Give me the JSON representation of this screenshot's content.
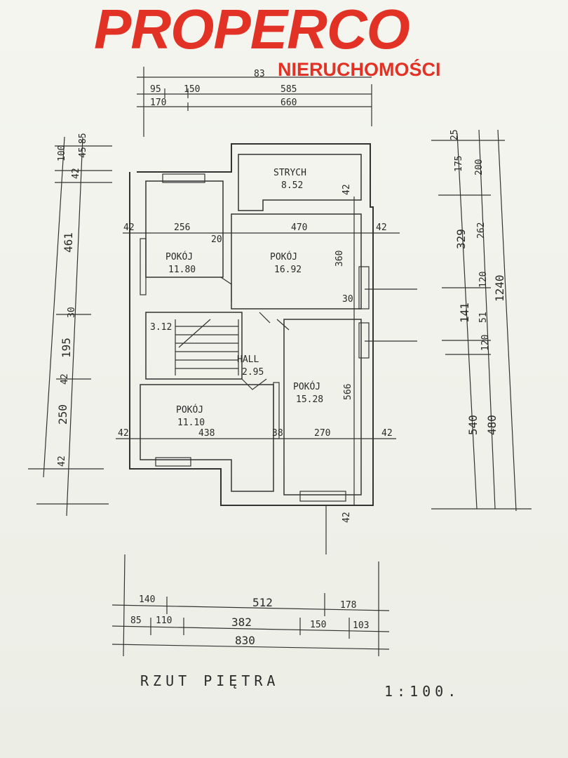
{
  "brand": {
    "name": "PROPERCO",
    "subtitle": "NIERUCHOMOŚCI",
    "color": "#e23226"
  },
  "plan": {
    "title": "RZUT PIĘTRA",
    "scale": "1:100.",
    "rooms": [
      {
        "name": "STRYCH",
        "area": "8.52"
      },
      {
        "name": "POKÓJ",
        "area": "11.80"
      },
      {
        "name": "POKÓJ",
        "area": "16.92"
      },
      {
        "name": "HALL",
        "area": "2.95"
      },
      {
        "name": "POKÓJ",
        "area": "15.28"
      },
      {
        "name": "POKÓJ",
        "area": "11.10"
      },
      {
        "name": "",
        "area": "3.12"
      }
    ],
    "top_dims": {
      "row1": [
        "83",
        "95",
        "150",
        "585"
      ],
      "row2": [
        "170",
        "660"
      ]
    },
    "bottom_dims": {
      "row1": [
        "140",
        "512",
        "178"
      ],
      "row2": [
        "85",
        "110",
        "382",
        "150",
        "103"
      ],
      "total": "830"
    },
    "left_dims": [
      "100",
      "42",
      "45",
      "85",
      "461",
      "30",
      "195",
      "42",
      "250",
      "42"
    ],
    "right_dims": [
      "25",
      "175",
      "200",
      "329",
      "262",
      "141",
      "120",
      "51",
      "120",
      "1240",
      "540",
      "480"
    ],
    "inner_dims": [
      "256",
      "20",
      "470",
      "42",
      "42",
      "360",
      "30",
      "438",
      "38",
      "270",
      "566",
      "42",
      "42",
      "42",
      "42"
    ]
  }
}
